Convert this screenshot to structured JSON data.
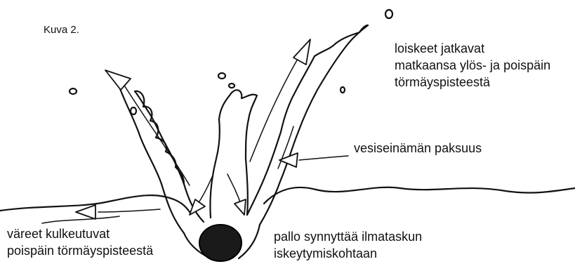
{
  "figure": {
    "caption": "Kuva 2.",
    "labels": {
      "splashes_line1": "loiskeet jatkavat",
      "splashes_line2": "matkaansa ylös- ja poispäin",
      "splashes_line3": "törmäyspisteestä",
      "wall_thickness": "vesiseinämän paksuus",
      "ripples_line1": "väreet kulkeutuvat",
      "ripples_line2": "poispäin törmäyspisteestä",
      "ball_line1": "pallo synnyttää ilmataskun",
      "ball_line2": "iskeytymiskohtaan"
    }
  }
}
